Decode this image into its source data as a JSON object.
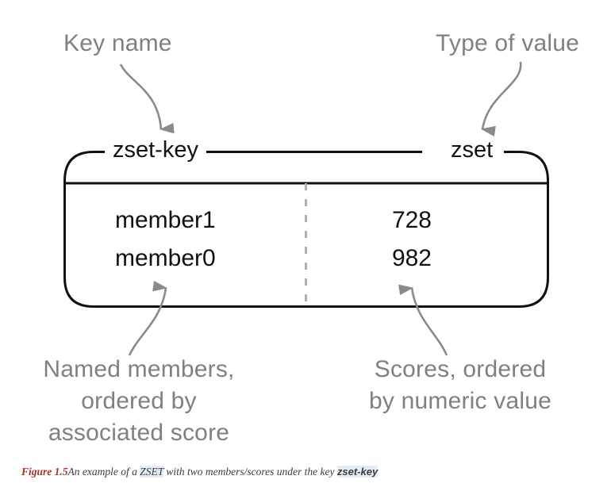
{
  "annotations": {
    "key_name": "Key name",
    "type_of_value": "Type of value",
    "members_note_line1": "Named members,",
    "members_note_line2": "ordered by",
    "members_note_line3": "associated score",
    "scores_note_line1": "Scores, ordered",
    "scores_note_line2": "by numeric value"
  },
  "structure": {
    "key_label": "zset-key",
    "type_label": "zset",
    "rows": [
      {
        "member": "member1",
        "score": "728"
      },
      {
        "member": "member0",
        "score": "982"
      }
    ]
  },
  "caption": {
    "figure_number": "Figure 1.5",
    "text_part1": "An example of a ",
    "code1": "ZSET",
    "text_part2": " with two members/scores under the key ",
    "code2": "zset-key"
  },
  "colors": {
    "annotation_gray": "#808080",
    "box_stroke": "#111111",
    "divider_gray": "#b0b0b0",
    "caption_figure_red": "#a3322b",
    "code_highlight": "#e4edf5"
  }
}
